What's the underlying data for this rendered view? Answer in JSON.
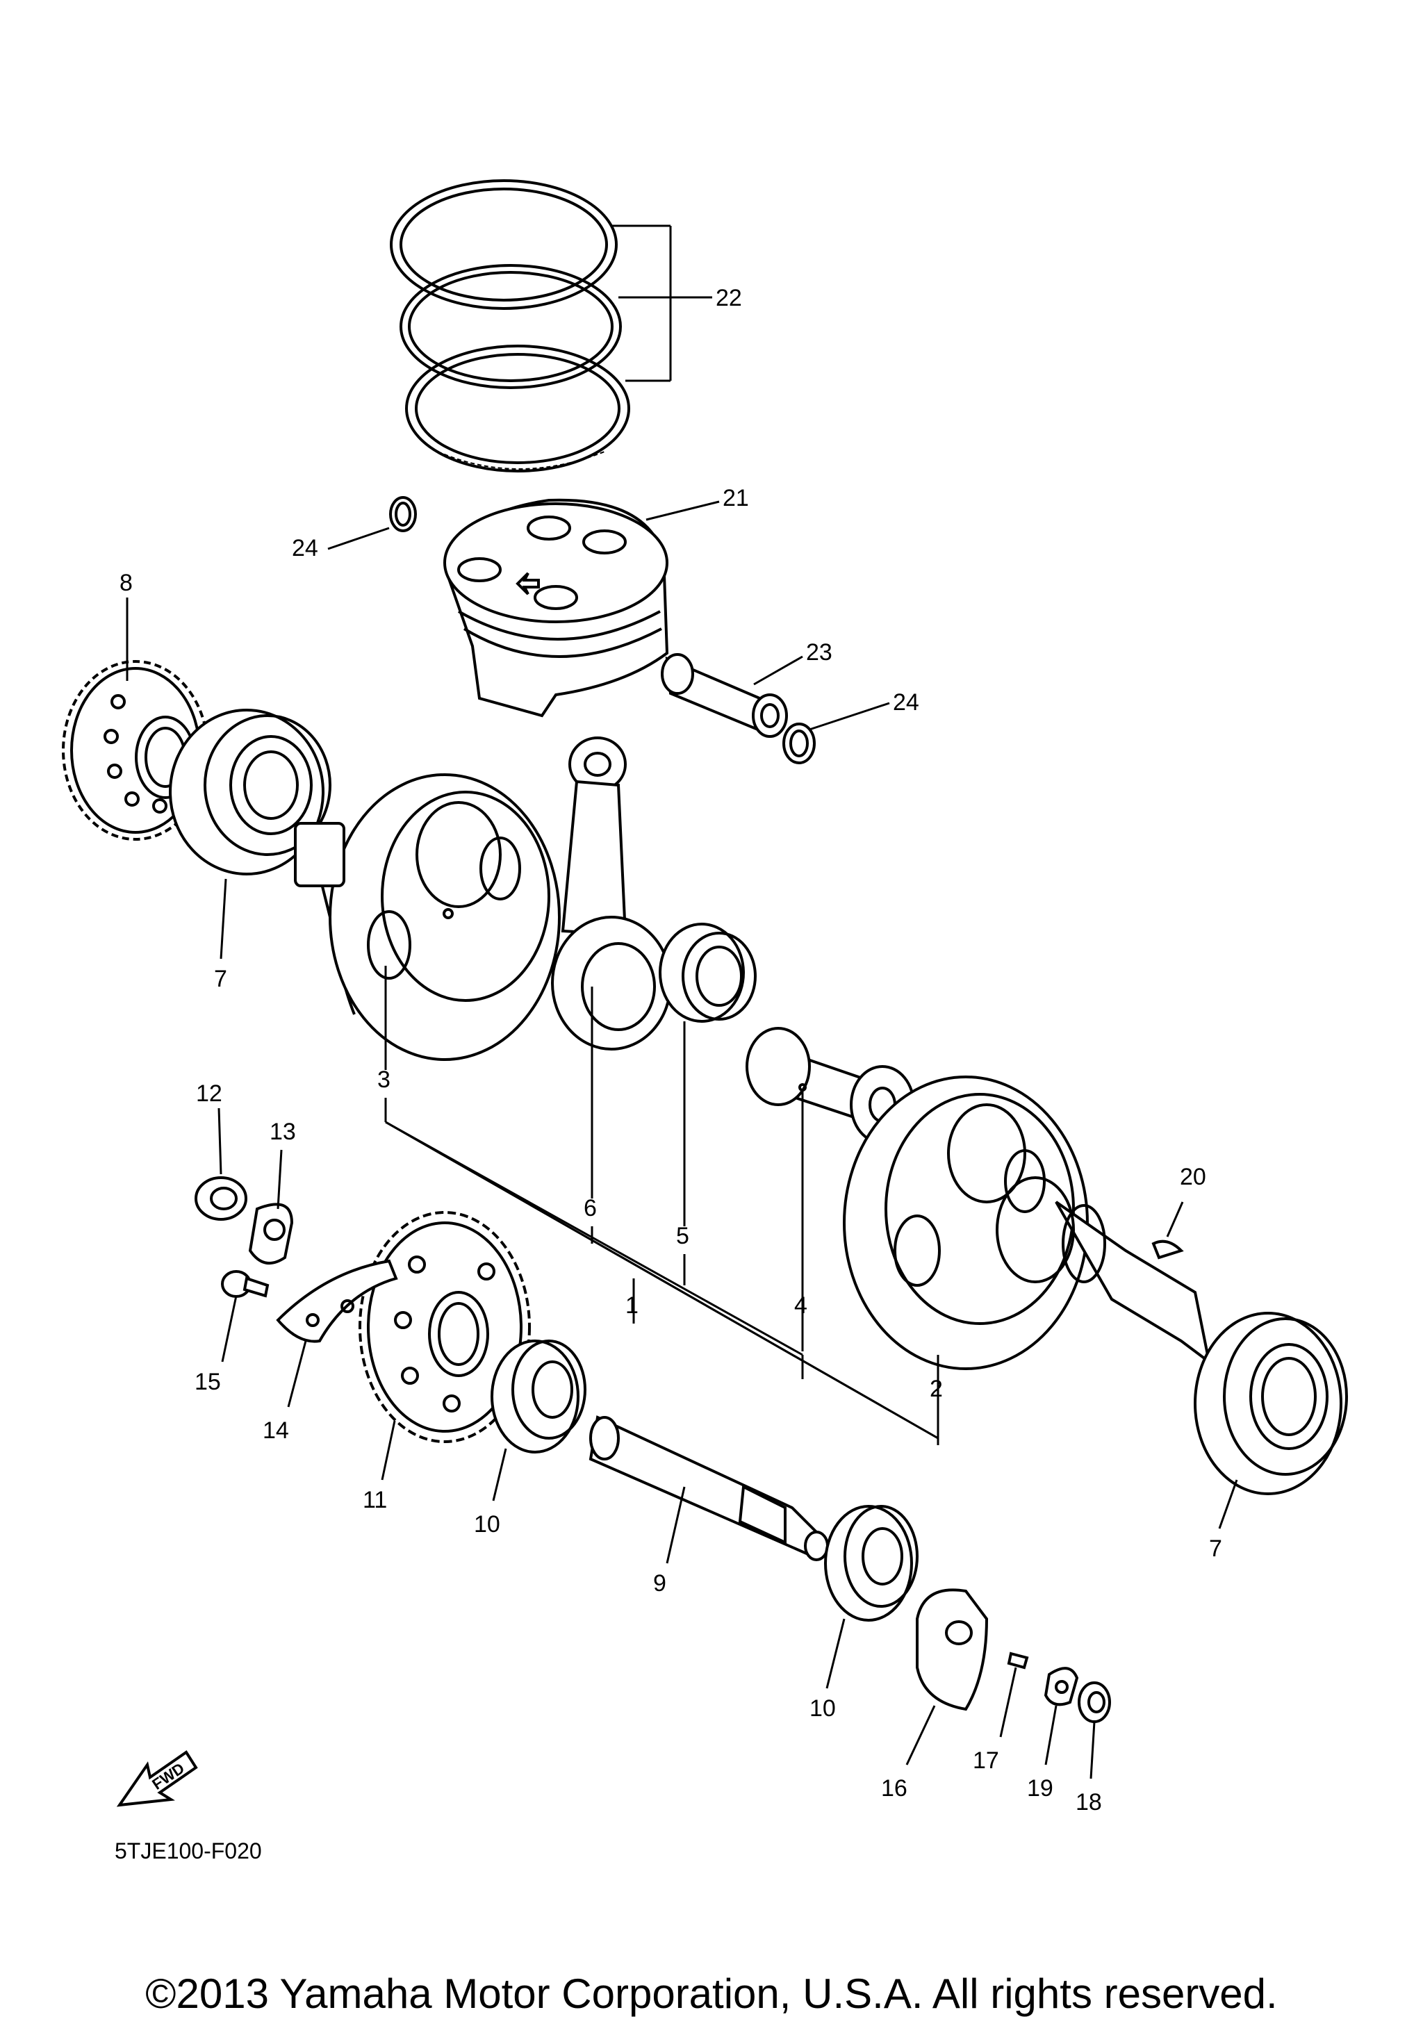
{
  "callouts": [
    {
      "id": "1",
      "text": "1"
    },
    {
      "id": "2",
      "text": "2"
    },
    {
      "id": "3",
      "text": "3"
    },
    {
      "id": "4",
      "text": "4"
    },
    {
      "id": "5",
      "text": "5"
    },
    {
      "id": "6",
      "text": "6"
    },
    {
      "id": "7a",
      "text": "7"
    },
    {
      "id": "7b",
      "text": "7"
    },
    {
      "id": "8",
      "text": "8"
    },
    {
      "id": "9",
      "text": "9"
    },
    {
      "id": "10a",
      "text": "10"
    },
    {
      "id": "10b",
      "text": "10"
    },
    {
      "id": "11",
      "text": "11"
    },
    {
      "id": "12",
      "text": "12"
    },
    {
      "id": "13",
      "text": "13"
    },
    {
      "id": "14",
      "text": "14"
    },
    {
      "id": "15",
      "text": "15"
    },
    {
      "id": "16",
      "text": "16"
    },
    {
      "id": "17",
      "text": "17"
    },
    {
      "id": "18",
      "text": "18"
    },
    {
      "id": "19",
      "text": "19"
    },
    {
      "id": "20",
      "text": "20"
    },
    {
      "id": "21",
      "text": "21"
    },
    {
      "id": "22",
      "text": "22"
    },
    {
      "id": "23",
      "text": "23"
    },
    {
      "id": "24a",
      "text": "24"
    },
    {
      "id": "24b",
      "text": "24"
    }
  ],
  "fwd_marker": "FWD",
  "diagram_code": "5TJE100-F020",
  "copyright": "©2013 Yamaha Motor Corporation, U.S.A. All rights reserved."
}
